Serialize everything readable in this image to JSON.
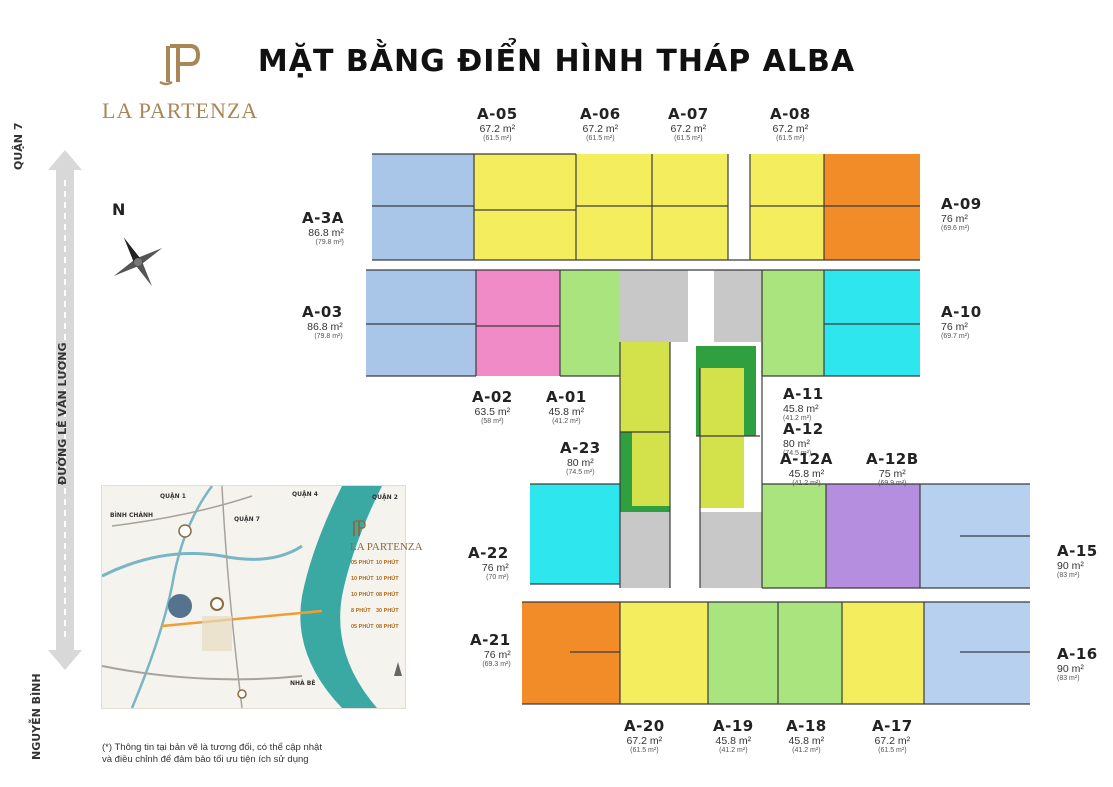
{
  "title": "MẶT BẰNG ĐIỂN HÌNH THÁP ALBA",
  "brand": {
    "name": "LA PARTENZA",
    "colors": {
      "gold": "#a88655"
    }
  },
  "roads": {
    "top": "QUẬN 7",
    "main": "ĐƯỜNG LÊ VĂN LƯƠNG",
    "bottom": "NGUYỄN BÌNH"
  },
  "compass": {
    "north": "N"
  },
  "colors": {
    "blue": "#a9c5e8",
    "yellow": "#f4ee5e",
    "orange": "#f28c28",
    "pink": "#f08bc8",
    "green": "#a9e47e",
    "lime": "#d3e24b",
    "darkgreen": "#2f9f3f",
    "cyan": "#2ee7ee",
    "purple": "#b58ee0",
    "lightblue": "#b8d0f0",
    "gray": "#c8c8c8"
  },
  "units": [
    {
      "id": "A-05",
      "area": "67.2 m²",
      "sub": "(61.5 m²)"
    },
    {
      "id": "A-06",
      "area": "67.2 m²",
      "sub": "(61.5 m²)"
    },
    {
      "id": "A-07",
      "area": "67.2 m²",
      "sub": "(61.5 m²)"
    },
    {
      "id": "A-08",
      "area": "67.2 m²",
      "sub": "(61.5 m²)"
    },
    {
      "id": "A-3A",
      "area": "86.8 m²",
      "sub": "(79.8 m²)"
    },
    {
      "id": "A-09",
      "area": "76 m²",
      "sub": "(69.6 m²)"
    },
    {
      "id": "A-03",
      "area": "86.8 m²",
      "sub": "(79.8 m²)"
    },
    {
      "id": "A-10",
      "area": "76 m²",
      "sub": "(69.7 m²)"
    },
    {
      "id": "A-02",
      "area": "63.5 m²",
      "sub": "(58 m²)"
    },
    {
      "id": "A-01",
      "area": "45.8 m²",
      "sub": "(41.2 m²)"
    },
    {
      "id": "A-11",
      "area": "45.8 m²",
      "sub": "(41.2 m²)"
    },
    {
      "id": "A-12",
      "area": "80 m²",
      "sub": "(74.5 m²)"
    },
    {
      "id": "A-23",
      "area": "80 m²",
      "sub": "(74.5 m²)"
    },
    {
      "id": "A-12A",
      "area": "45.8 m²",
      "sub": "(41.2 m²)"
    },
    {
      "id": "A-12B",
      "area": "75 m²",
      "sub": "(69.9 m²)"
    },
    {
      "id": "A-22",
      "area": "76 m²",
      "sub": "(70 m²)"
    },
    {
      "id": "A-15",
      "area": "90 m²",
      "sub": "(83 m²)"
    },
    {
      "id": "A-21",
      "area": "76 m²",
      "sub": "(69.3 m²)"
    },
    {
      "id": "A-16",
      "area": "90 m²",
      "sub": "(83 m²)"
    },
    {
      "id": "A-20",
      "area": "67.2 m²",
      "sub": "(61.5 m²)"
    },
    {
      "id": "A-19",
      "area": "45.8 m²",
      "sub": "(41.2 m²)"
    },
    {
      "id": "A-18",
      "area": "45.8 m²",
      "sub": "(41.2 m²)"
    },
    {
      "id": "A-17",
      "area": "67.2 m²",
      "sub": "(61.5 m²)"
    }
  ],
  "map": {
    "brand": "LA PARTENZA",
    "places": [
      "QUẬN 1",
      "QUẬN 4",
      "BÌNH CHÁNH",
      "QUẬN 7",
      "NHÀ BÈ",
      "QUẬN 2"
    ],
    "travel": [
      {
        "time": "05 PHÚT"
      },
      {
        "time": "10 PHÚT"
      },
      {
        "time": "10 PHÚT"
      },
      {
        "time": "10 PHÚT"
      },
      {
        "time": "10 PHÚT"
      },
      {
        "time": "08 PHÚT"
      },
      {
        "time": "8 PHÚT"
      },
      {
        "time": "30 PHÚT"
      },
      {
        "time": "05 PHÚT"
      },
      {
        "time": "08 PHÚT"
      }
    ]
  },
  "note": {
    "line1": "(*) Thông tin tại bản vẽ là tương đối, có thể cập nhật",
    "line2": "và điều chỉnh để đảm bảo tối ưu tiện ích sử dụng"
  }
}
